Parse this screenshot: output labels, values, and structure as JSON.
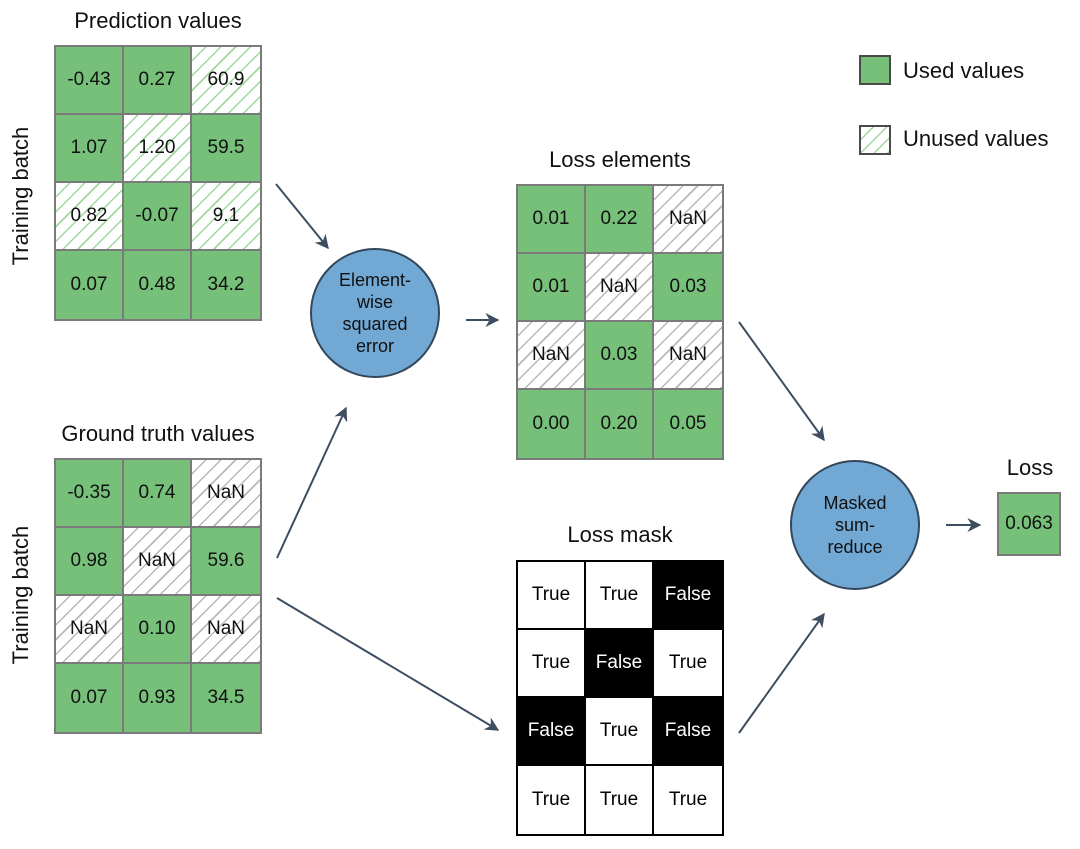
{
  "legend": {
    "used_label": "Used values",
    "unused_label": "Unused values",
    "used_color": "#76c07a"
  },
  "prediction": {
    "title": "Prediction values",
    "side_label": "Training batch",
    "rows": [
      [
        {
          "v": "-0.43",
          "u": true
        },
        {
          "v": "0.27",
          "u": true
        },
        {
          "v": "60.9",
          "u": false
        }
      ],
      [
        {
          "v": "1.07",
          "u": true
        },
        {
          "v": "1.20",
          "u": false
        },
        {
          "v": "59.5",
          "u": true
        }
      ],
      [
        {
          "v": "0.82",
          "u": false
        },
        {
          "v": "-0.07",
          "u": true
        },
        {
          "v": "9.1",
          "u": false
        }
      ],
      [
        {
          "v": "0.07",
          "u": true
        },
        {
          "v": "0.48",
          "u": true
        },
        {
          "v": "34.2",
          "u": true
        }
      ]
    ]
  },
  "ground_truth": {
    "title": "Ground truth values",
    "side_label": "Training batch",
    "rows": [
      [
        {
          "v": "-0.35",
          "u": true
        },
        {
          "v": "0.74",
          "u": true
        },
        {
          "v": "NaN",
          "u": false
        }
      ],
      [
        {
          "v": "0.98",
          "u": true
        },
        {
          "v": "NaN",
          "u": false
        },
        {
          "v": "59.6",
          "u": true
        }
      ],
      [
        {
          "v": "NaN",
          "u": false
        },
        {
          "v": "0.10",
          "u": true
        },
        {
          "v": "NaN",
          "u": false
        }
      ],
      [
        {
          "v": "0.07",
          "u": true
        },
        {
          "v": "0.93",
          "u": true
        },
        {
          "v": "34.5",
          "u": true
        }
      ]
    ]
  },
  "squared_error": {
    "label": "Element-\nwise\nsquared\nerror"
  },
  "loss_elements": {
    "title": "Loss elements",
    "rows": [
      [
        {
          "v": "0.01",
          "u": true
        },
        {
          "v": "0.22",
          "u": true
        },
        {
          "v": "NaN",
          "u": false
        }
      ],
      [
        {
          "v": "0.01",
          "u": true
        },
        {
          "v": "NaN",
          "u": false
        },
        {
          "v": "0.03",
          "u": true
        }
      ],
      [
        {
          "v": "NaN",
          "u": false
        },
        {
          "v": "0.03",
          "u": true
        },
        {
          "v": "NaN",
          "u": false
        }
      ],
      [
        {
          "v": "0.00",
          "u": true
        },
        {
          "v": "0.20",
          "u": true
        },
        {
          "v": "0.05",
          "u": true
        }
      ]
    ]
  },
  "loss_mask": {
    "title": "Loss mask",
    "rows": [
      [
        "True",
        "True",
        "False"
      ],
      [
        "True",
        "False",
        "True"
      ],
      [
        "False",
        "True",
        "False"
      ],
      [
        "True",
        "True",
        "True"
      ]
    ]
  },
  "masked_sum": {
    "label": "Masked\nsum-\nreduce"
  },
  "loss": {
    "title": "Loss",
    "value": "0.063"
  }
}
